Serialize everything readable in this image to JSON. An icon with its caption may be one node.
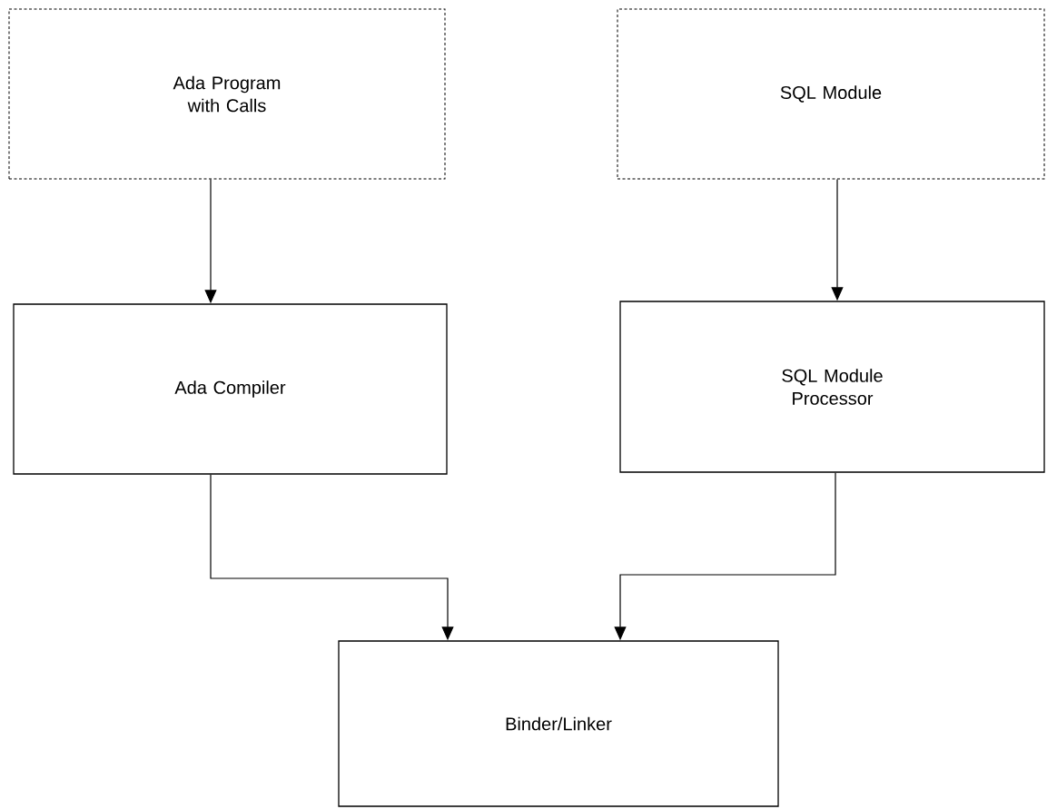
{
  "diagram": {
    "nodes": [
      {
        "text": [
          "Ada Program with Calls"
        ]
      },
      {
        "text": [
          "SQL Module"
        ]
      },
      {
        "text": [
          "Ada Compiler"
        ]
      },
      {
        "text": [
          "SQL Module Processor"
        ]
      },
      {
        "text": [
          "Binder/Linker"
        ]
      }
    ],
    "edges": [
      {
        "from": 0,
        "to": 2,
        "arrow": "to"
      },
      {
        "from": 1,
        "to": 3,
        "arrow": "to"
      },
      {
        "from": 2,
        "to": 4,
        "arrow": "to"
      },
      {
        "from": 3,
        "to": 4,
        "arrow": "to"
      }
    ]
  }
}
